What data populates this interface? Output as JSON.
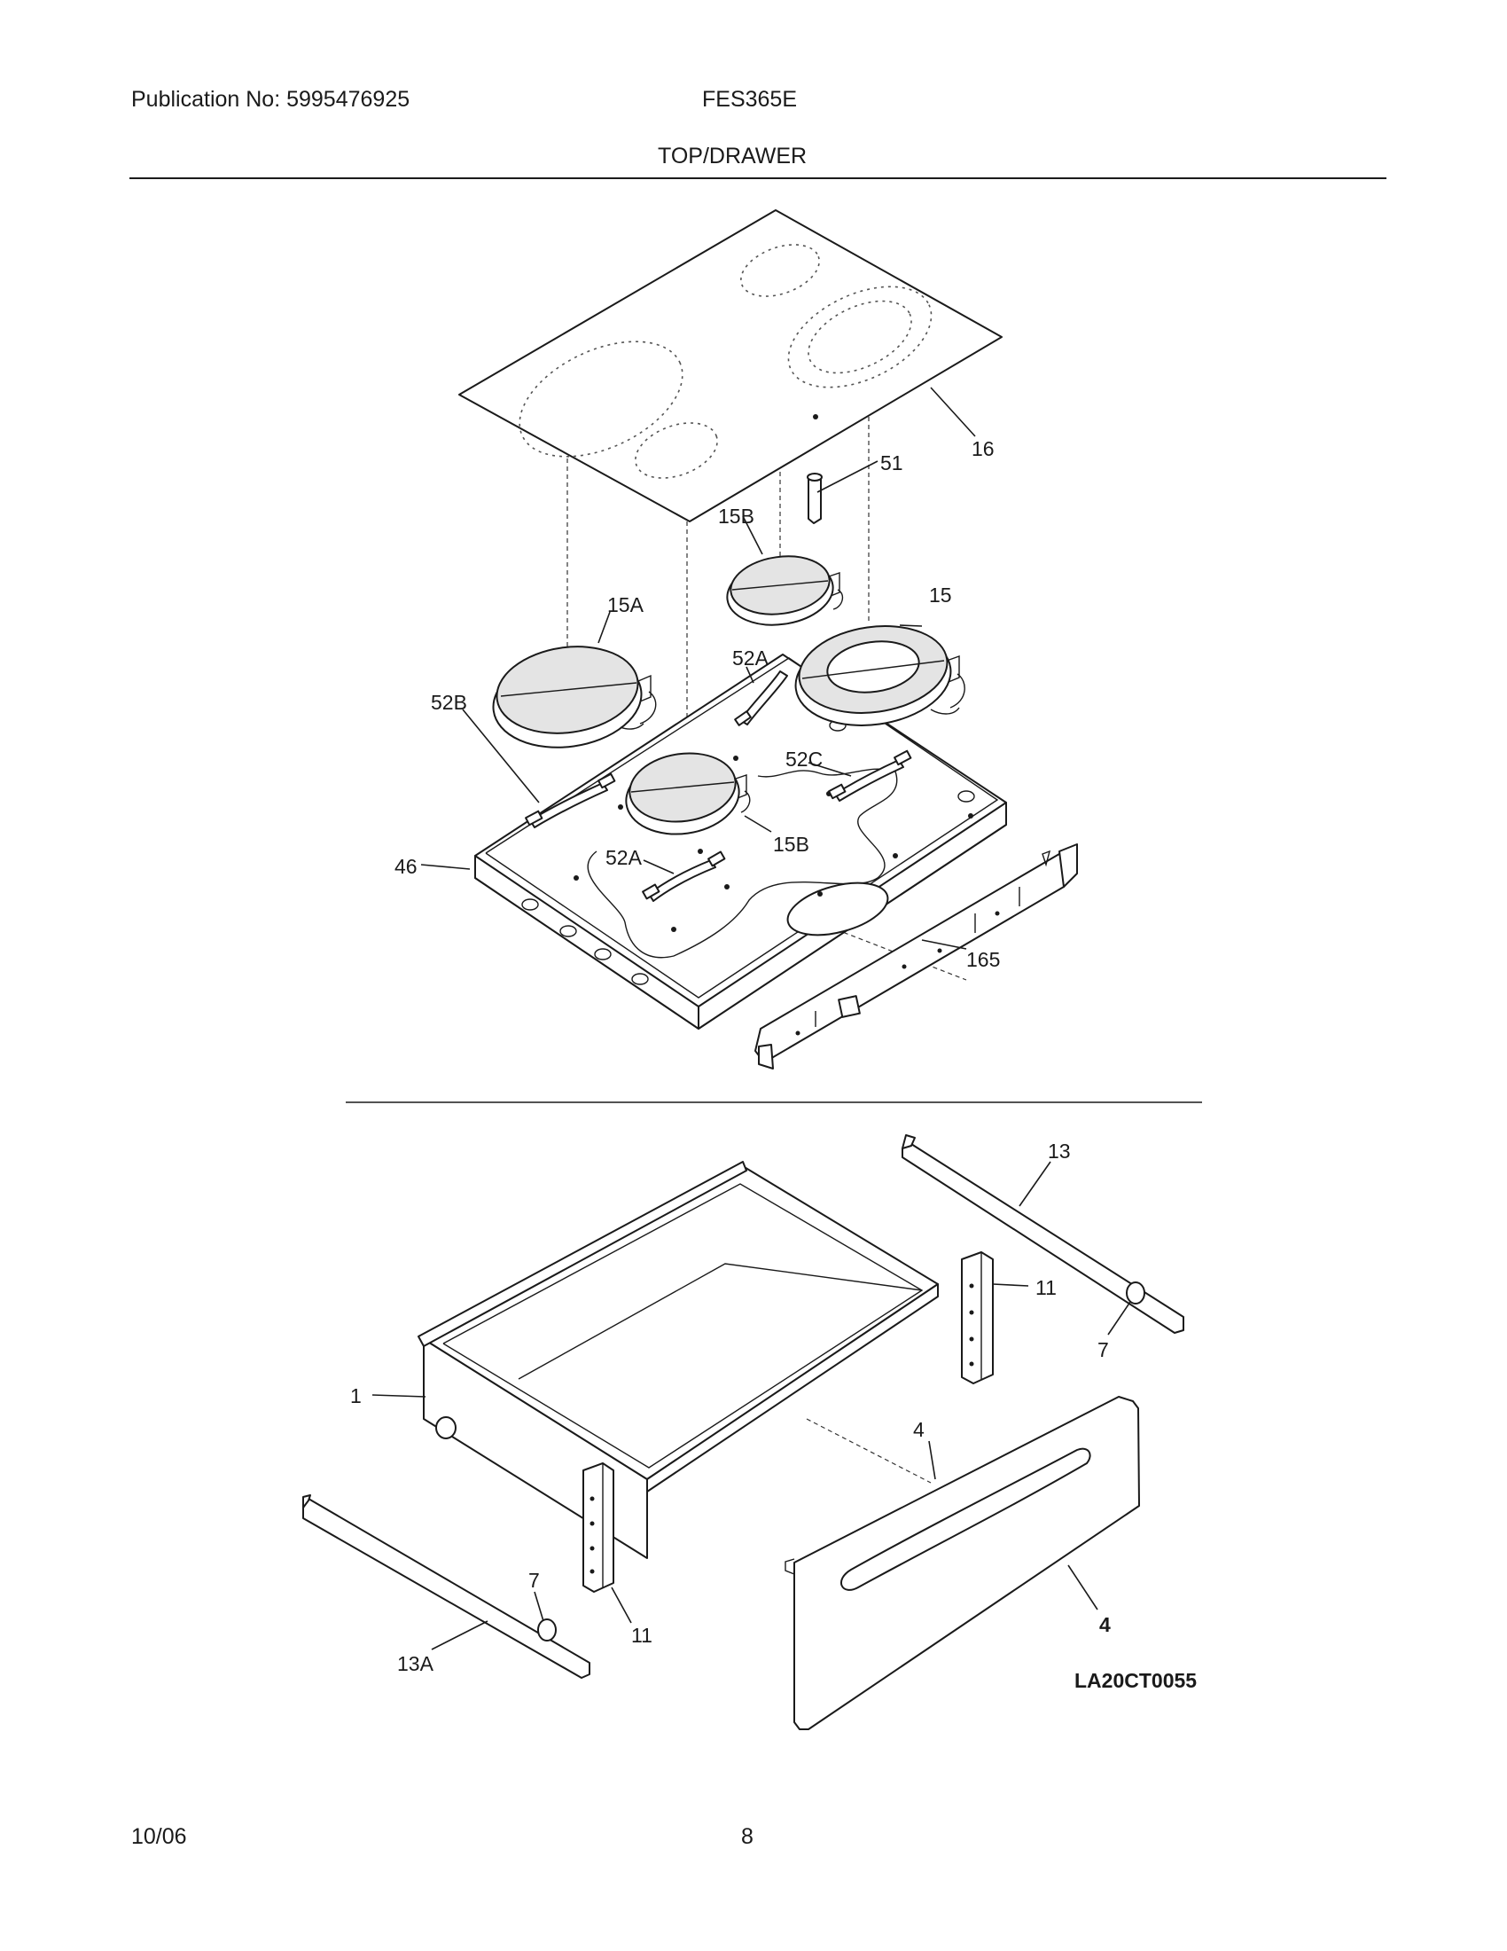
{
  "header": {
    "publication": "Publication No: 5995476925",
    "model": "FES365E",
    "section_title": "TOP/DRAWER"
  },
  "footer": {
    "date": "10/06",
    "page_number": "8"
  },
  "diagram": {
    "top_assembly": {
      "callouts": {
        "cooktop_glass": "16",
        "sensor": "51",
        "element_small_rear": "15B",
        "element_large_right": "15",
        "element_large_left": "15A",
        "bracket_rear": "52A",
        "bracket_left": "52B",
        "bracket_right": "52C",
        "element_small_front": "15B",
        "bracket_front": "52A",
        "burner_box": "46",
        "rear_rail": "165"
      }
    },
    "drawer_assembly": {
      "callouts": {
        "rail_right": "13",
        "bracket_right": "11",
        "roller_right": "7",
        "drawer_body": "1",
        "drawer_front_upper": "4",
        "drawer_front_lower": "4",
        "roller_left": "7",
        "bracket_left": "11",
        "rail_left": "13A"
      }
    },
    "reference_code": "LA20CT0055"
  }
}
